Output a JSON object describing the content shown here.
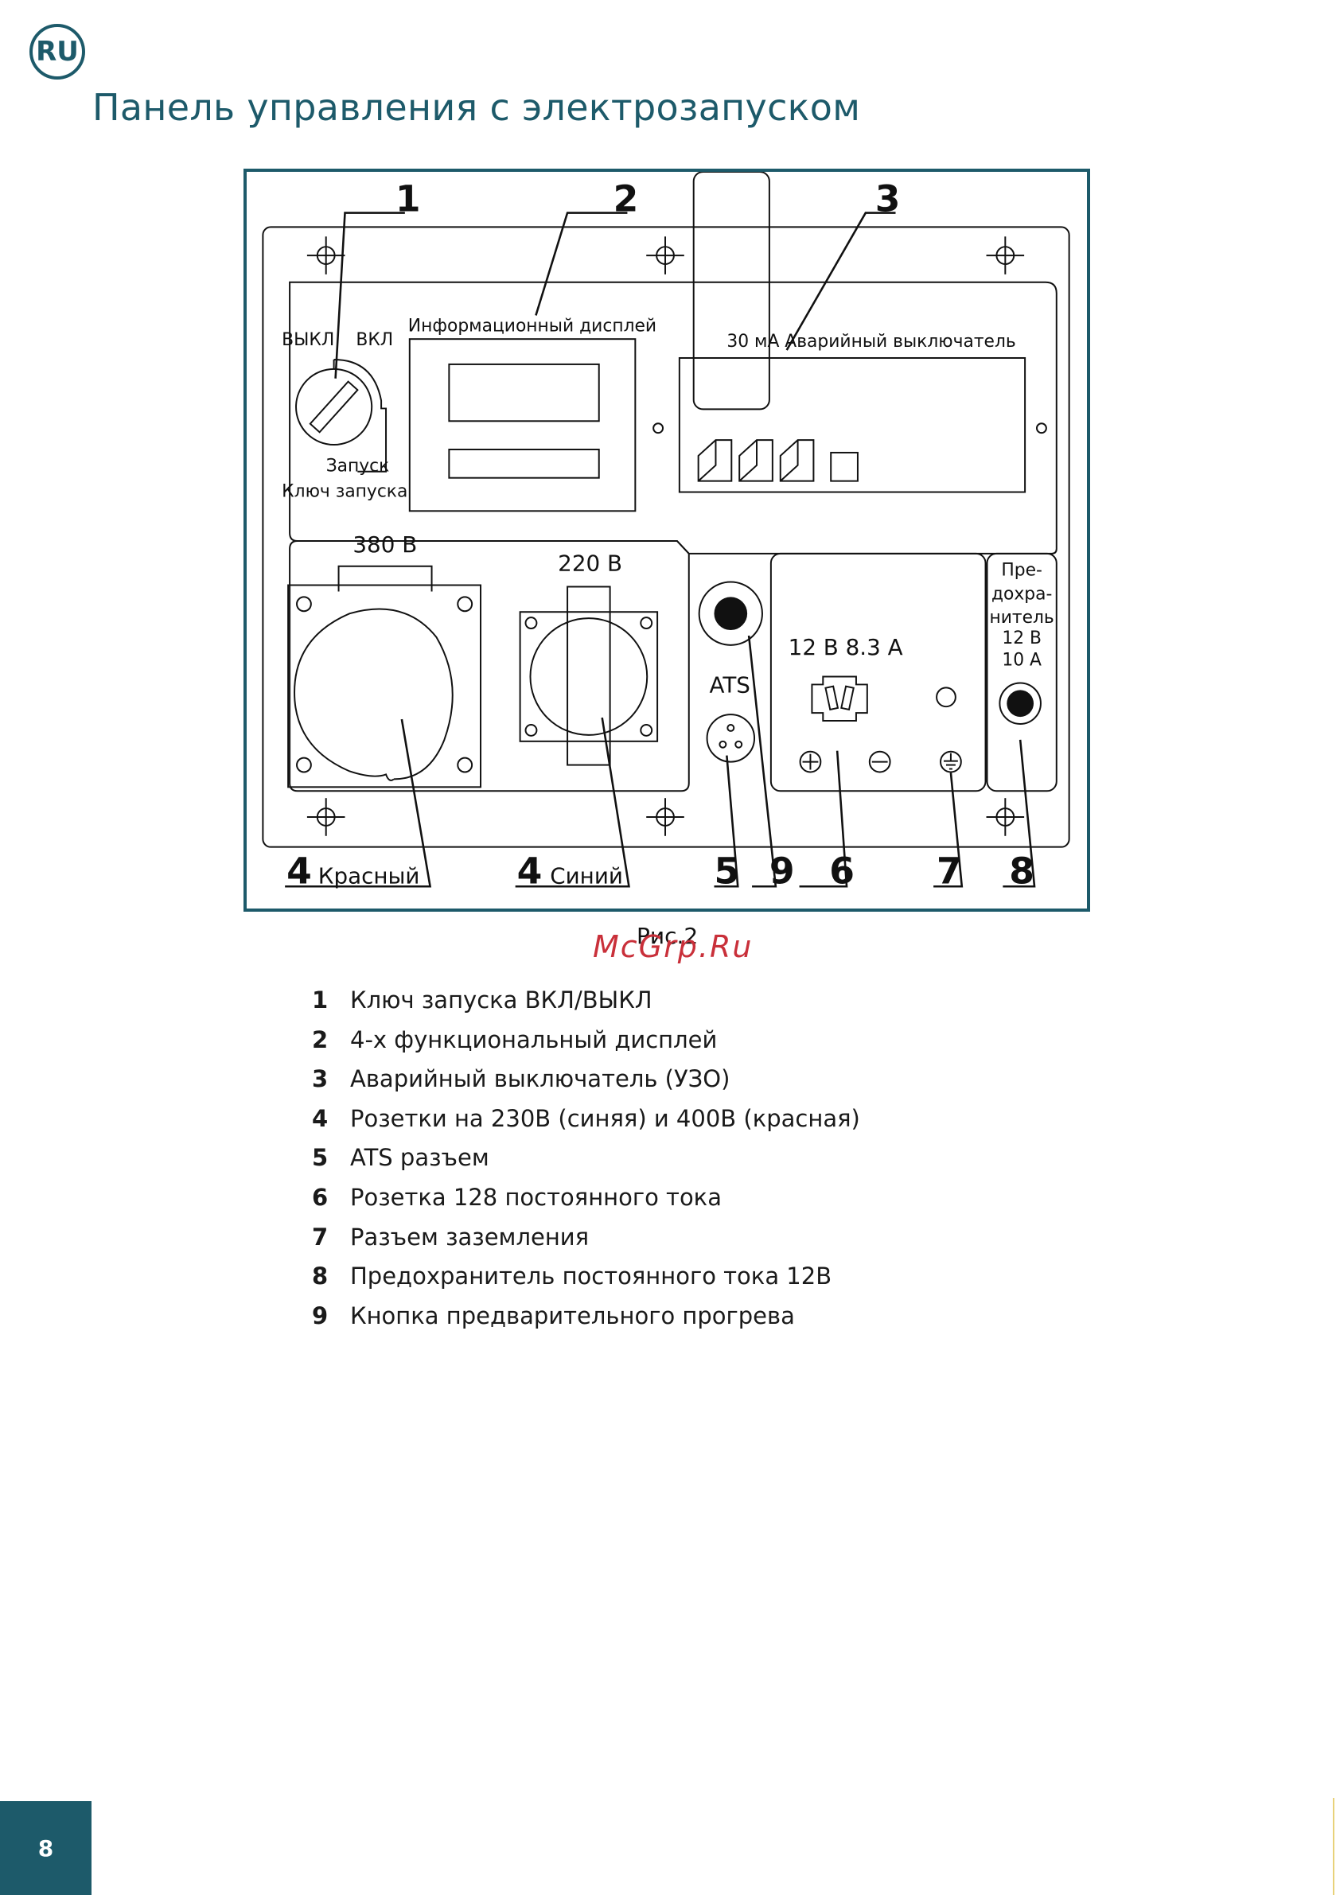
{
  "header": {
    "lang": "RU",
    "title": "Панель управления с электрозапуском"
  },
  "figure": {
    "callouts": [
      "1",
      "2",
      "3",
      "4",
      "4",
      "5",
      "9",
      "6",
      "7",
      "8"
    ],
    "labels": {
      "off": "ВЫКЛ",
      "on": "ВКЛ",
      "start": "Запуск",
      "key": "Ключ запуска",
      "display": "Информационный дисплей",
      "breaker": "30 мА Аварийный выключатель",
      "v380": "380 В",
      "v220": "220 В",
      "ats": "ATS",
      "dc": "12 В 8.3 А",
      "fuse_l1": "Пре-",
      "fuse_l2": "дохра-",
      "fuse_l3": "нитель",
      "fuse_l4": "12 В",
      "fuse_l5": "10 А",
      "red": "Красный",
      "blue": "Синий"
    },
    "caption": "Рис.2",
    "watermark": "McGrp.Ru"
  },
  "legend": [
    {
      "num": "1",
      "text": "Ключ запуска ВКЛ/ВЫКЛ"
    },
    {
      "num": "2",
      "text": "4-х функциональный дисплей"
    },
    {
      "num": "3",
      "text": "Аварийный выключатель (УЗО)"
    },
    {
      "num": "4",
      "text": "Розетки на 230В (синяя) и 400В (красная)"
    },
    {
      "num": "5",
      "text": "ATS разъем"
    },
    {
      "num": "6",
      "text": "Розетка 128 постоянного тока"
    },
    {
      "num": "7",
      "text": "Разъем заземления"
    },
    {
      "num": "8",
      "text": "Предохранитель постоянного тока 12В"
    },
    {
      "num": "9",
      "text": "Кнопка предварительного прогрева"
    }
  ],
  "footer": {
    "page": "8"
  },
  "colors": {
    "accent": "#1d5a6a",
    "watermark": "#c9303a"
  }
}
